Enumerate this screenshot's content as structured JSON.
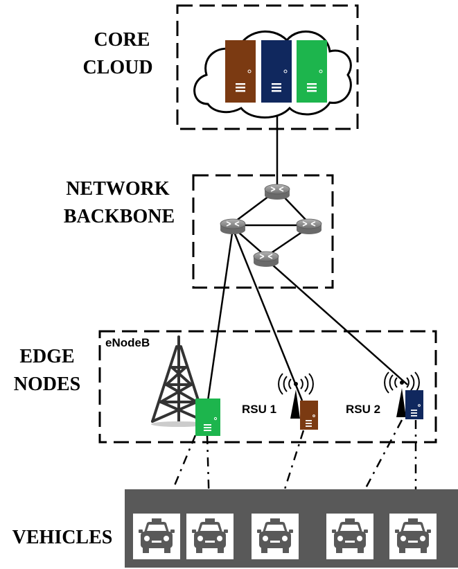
{
  "tiers": {
    "core_cloud": {
      "line1": "CORE",
      "line2": "CLOUD"
    },
    "network_backbone": {
      "line1": "NETWORK",
      "line2": "BACKBONE"
    },
    "edge_nodes": {
      "line1": "EDGE",
      "line2": "NODES"
    },
    "vehicles": {
      "label": "VEHICLES"
    }
  },
  "nodes": {
    "enodeb": "eNodeB",
    "rsu1": "RSU 1",
    "rsu2": "RSU 2"
  },
  "colors": {
    "server_brown": "#7b3a12",
    "server_navy": "#10285e",
    "server_green": "#1db54d",
    "router_gray": "#8c8c8c",
    "vehicle_band": "#595959"
  },
  "icons": [
    "cloud-icon",
    "server-icon",
    "router-icon",
    "cell-tower-icon",
    "antenna-icon",
    "taxi-icon"
  ]
}
